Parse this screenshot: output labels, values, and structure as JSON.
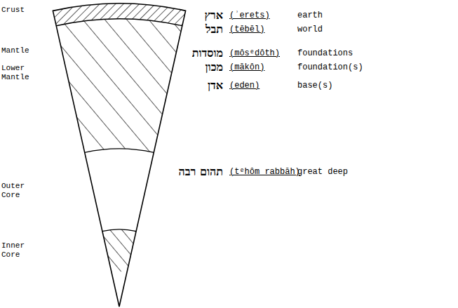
{
  "diagram": {
    "labels": [
      "Crust",
      "ארץ",
      "(ʾerets)",
      "earth",
      "תבל",
      "(tēbēl)",
      "world",
      "Mantle",
      "מוסדות",
      "(môsᵉdôth)",
      "foundations",
      "מכון",
      "(mākôn)",
      "foundation(s)",
      "Lower Mantle",
      "אדן",
      "(eden)",
      "base(s)",
      "תהום רבה",
      "(tᵉhôm rabbāh)",
      "great deep",
      "Outer Core",
      "Inner Core"
    ]
  }
}
